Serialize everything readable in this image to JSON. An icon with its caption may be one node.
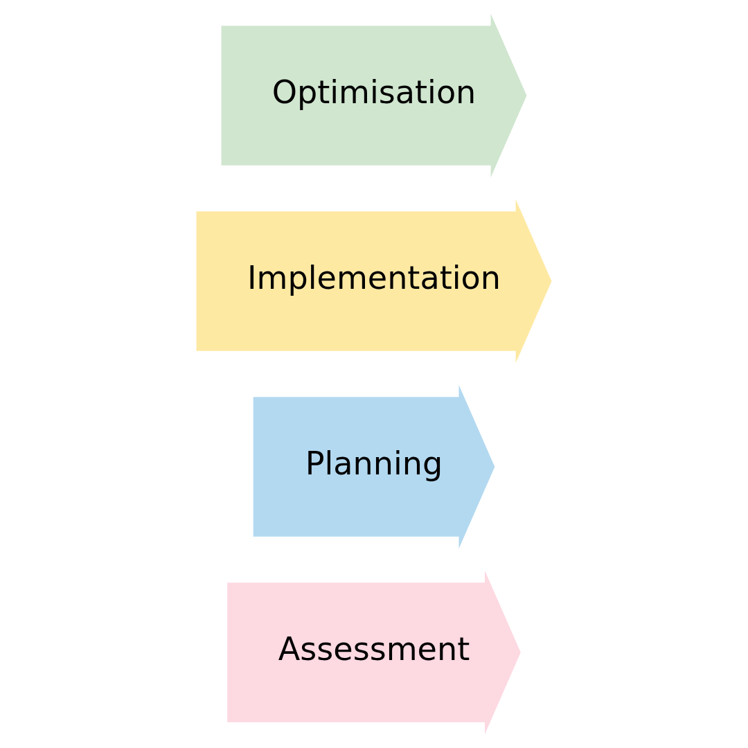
{
  "diagram": {
    "nodes": [
      {
        "text": [
          "Assessment"
        ]
      },
      {
        "text": [
          "Planning"
        ]
      },
      {
        "text": [
          "Implementation"
        ]
      },
      {
        "text": [
          "Optimisation"
        ]
      }
    ]
  }
}
